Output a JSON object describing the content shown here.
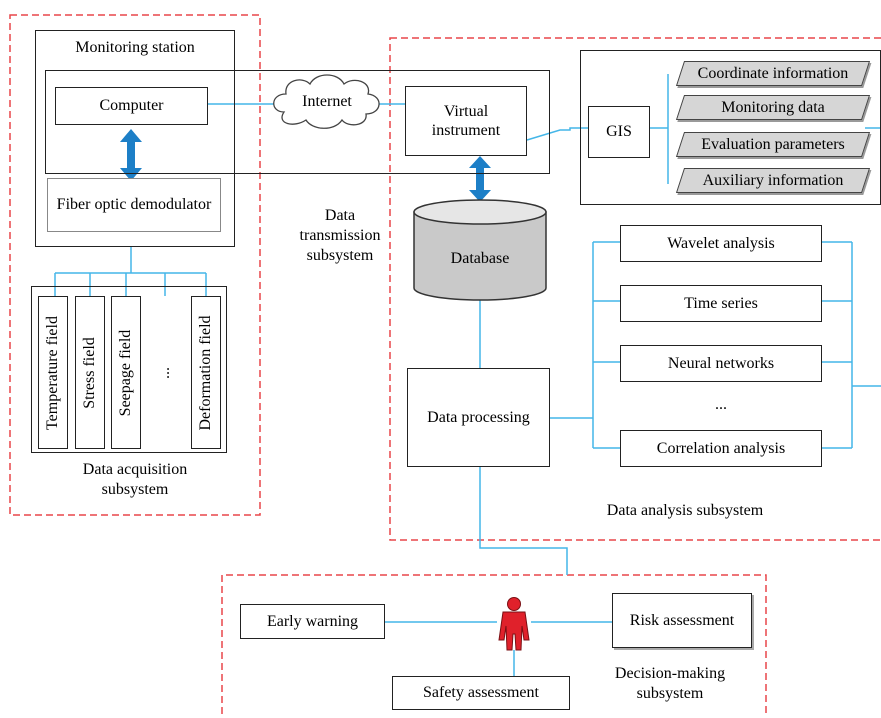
{
  "colors": {
    "accent_line": "#44b6e8",
    "dashed_border": "#e8474a",
    "person": "#e0212b",
    "arrow": "#1d7fc7"
  },
  "acquisition": {
    "monitoring_station": "Monitoring station",
    "computer": "Computer",
    "demodulator": "Fiber optic demodulator",
    "fields": [
      "Temperature field",
      "Stress field",
      "Seepage field",
      "...",
      "Deformation field"
    ],
    "subsystem_label": "Data acquisition subsystem"
  },
  "transmission": {
    "internet": "Internet",
    "virtual_instrument": "Virtual instrument",
    "subsystem_label": "Data transmission subsystem"
  },
  "analysis": {
    "database": "Database",
    "gis": "GIS",
    "gis_items": [
      "Coordinate information",
      "Monitoring data",
      "Evaluation parameters",
      "Auxiliary information"
    ],
    "processing": "Data processing",
    "methods": [
      "Wavelet analysis",
      "Time series",
      "Neural networks",
      "...",
      "Correlation analysis"
    ],
    "subsystem_label": "Data analysis subsystem"
  },
  "decision": {
    "early_warning": "Early warning",
    "risk_assessment": "Risk assessment",
    "safety_assessment": "Safety assessment",
    "subsystem_label": "Decision-making subsystem"
  }
}
